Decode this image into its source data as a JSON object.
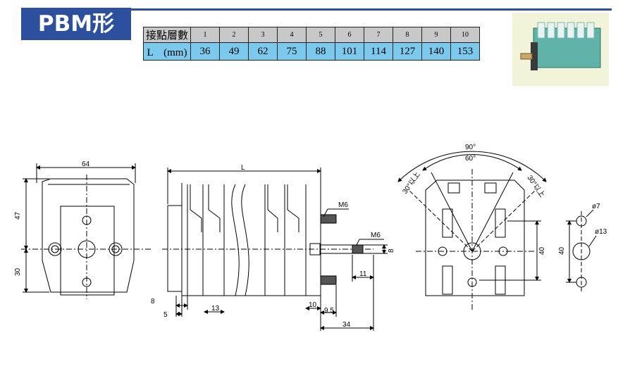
{
  "badge": {
    "title": "PBM形"
  },
  "spec_table": {
    "row_header_label": "接點層數",
    "row_value_label": "L　(mm)",
    "columns": [
      "1",
      "2",
      "3",
      "4",
      "5",
      "6",
      "7",
      "8",
      "9",
      "10"
    ],
    "values": [
      "36",
      "49",
      "62",
      "75",
      "88",
      "101",
      "114",
      "127",
      "140",
      "153"
    ]
  },
  "product_photo": {
    "label": "product-photo"
  },
  "dims": {
    "front_width": "64",
    "front_top": "47",
    "front_bottom": "30",
    "side_L": "L",
    "side_m6_top": "M6",
    "side_m6_shaft": "M6",
    "shaft_dia": "8",
    "shaft_11": "11",
    "d8": "8",
    "d5": "5",
    "d13": "13",
    "d10": "10",
    "d95": "9.5",
    "d34": "34",
    "ang_90": "90°",
    "ang_60": "60°",
    "ang_30l": "30°以上",
    "ang_30r": "30°以上",
    "back_40": "40",
    "hole_d7": "ø7",
    "hole_d13": "ø13",
    "hole_40": "40"
  },
  "colors": {
    "badge": "#2c4f9e",
    "header_row": "#c8c8c8",
    "value_row": "#7cc9ee"
  }
}
